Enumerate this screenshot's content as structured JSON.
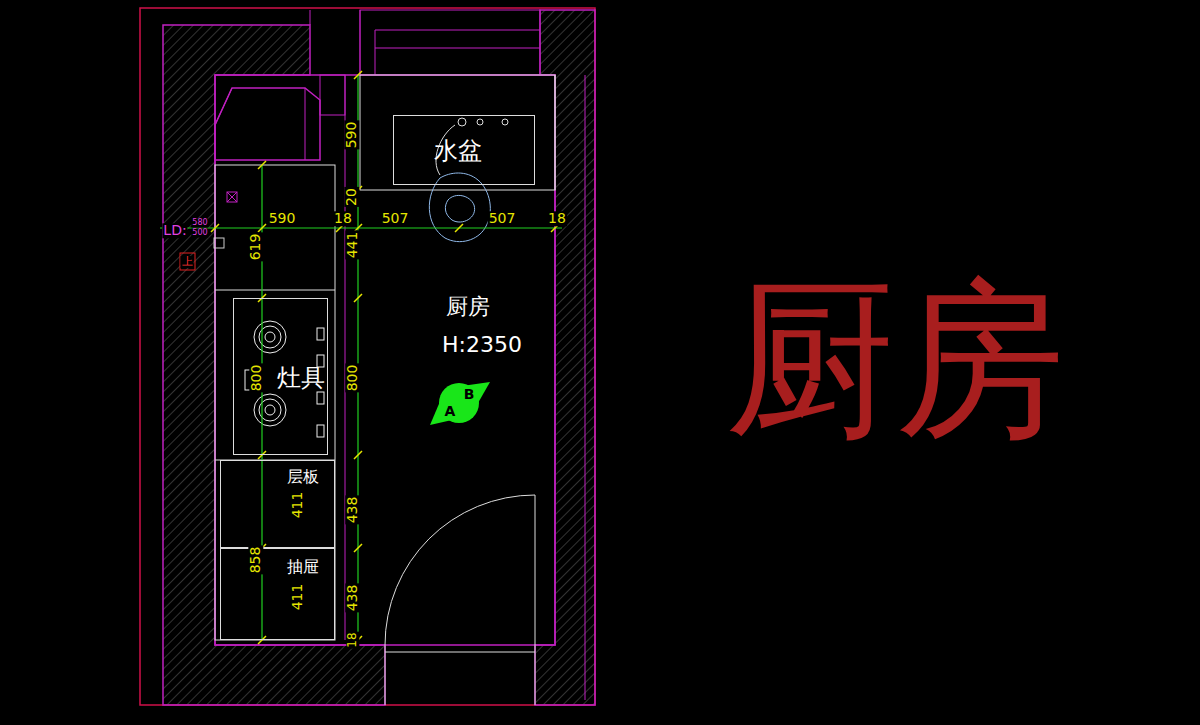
{
  "diagram": {
    "title": "厨房",
    "nodes": [
      {
        "text": [
          "厨房",
          "H:2350"
        ]
      },
      {
        "text": [
          "水盆"
        ],
        "in": 0
      },
      {
        "text": [
          "灶具"
        ],
        "in": 0
      },
      {
        "text": [
          "层板"
        ],
        "in": 0
      },
      {
        "text": [
          "抽屉"
        ],
        "in": 0
      }
    ],
    "labels": [
      "590",
      "20",
      "590",
      "18",
      "507",
      "507",
      "18",
      "619",
      "441",
      "800",
      "800",
      "438",
      "438",
      "411",
      "411",
      "858",
      "18",
      "LD:",
      "580",
      "500",
      "上",
      "A",
      "B"
    ]
  }
}
